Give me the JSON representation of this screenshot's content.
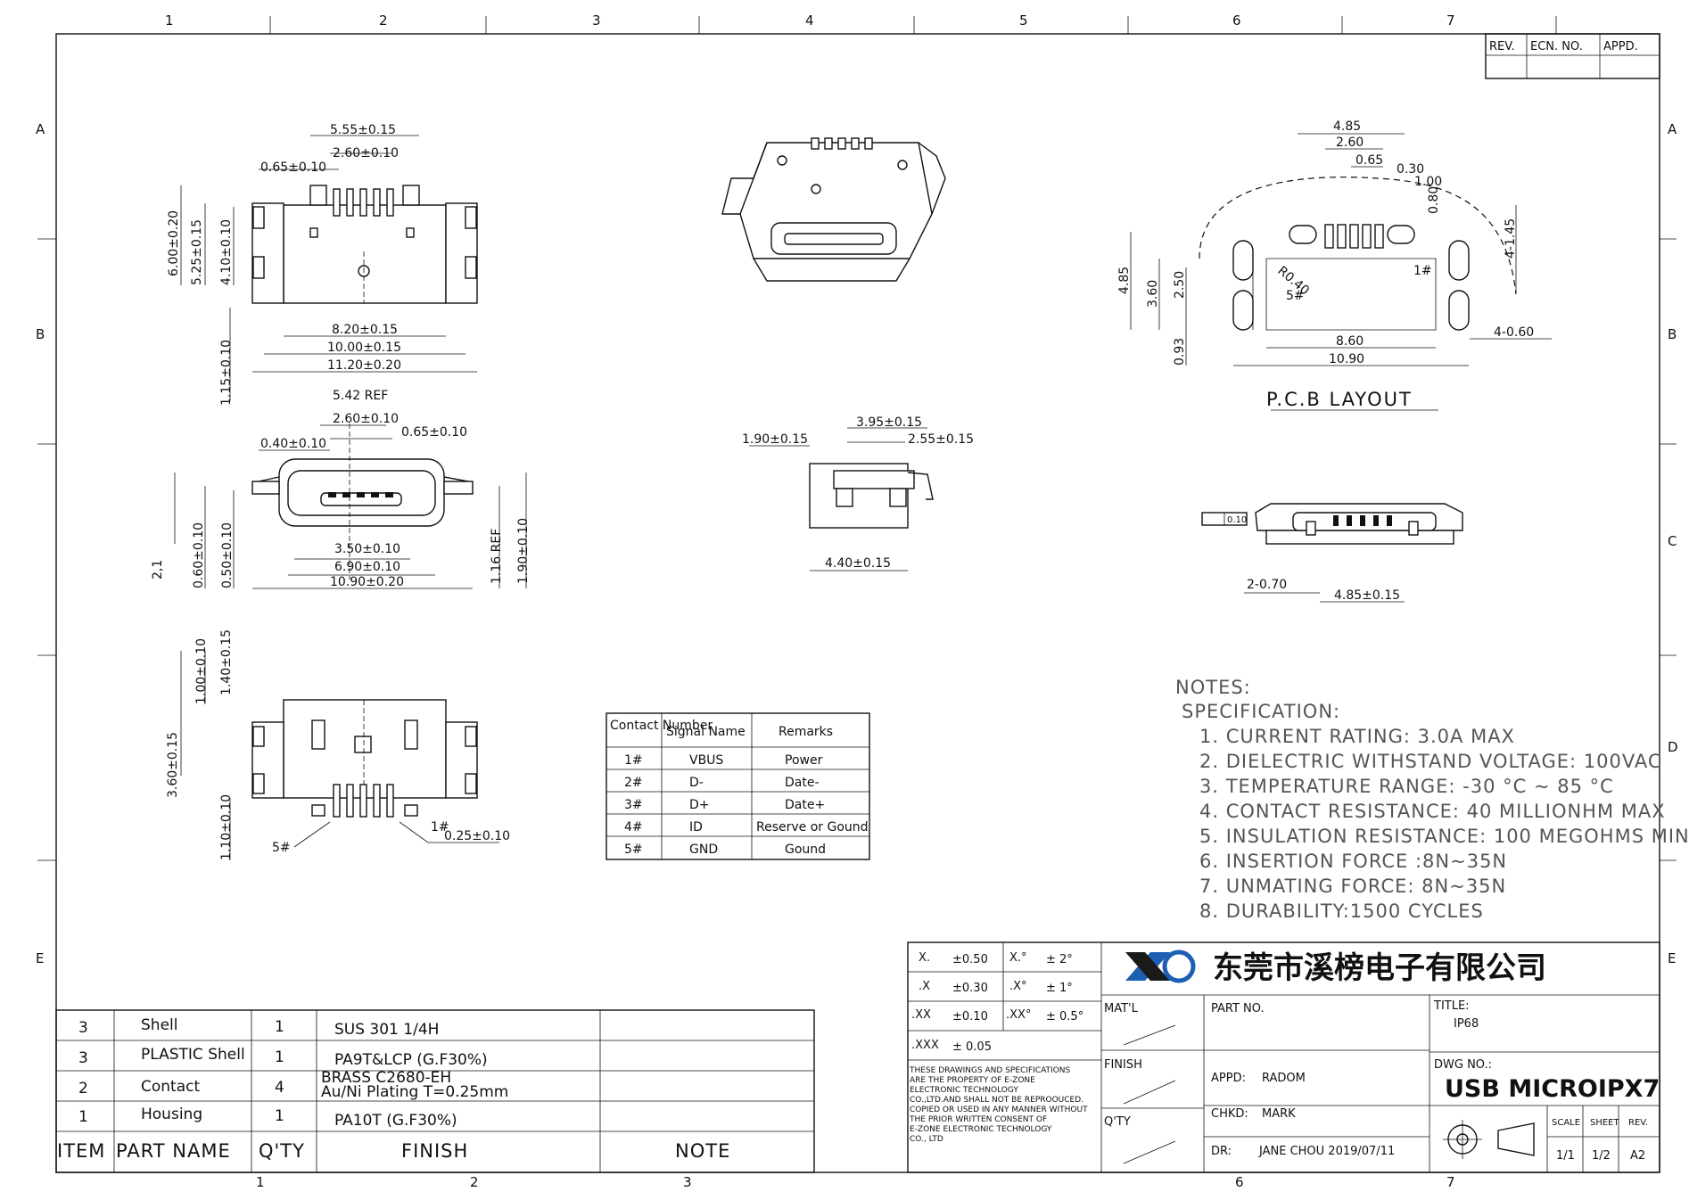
{
  "border": {
    "col_labels": [
      "1",
      "2",
      "3",
      "4",
      "5",
      "6",
      "7"
    ],
    "row_labels": [
      "A",
      "B",
      "C",
      "D",
      "E"
    ],
    "revision_header": [
      "REV.",
      "ECN. NO.",
      "APPD."
    ]
  },
  "top_view": {
    "dims": [
      "5.55±0.15",
      "2.60±0.10",
      "0.65±0.10",
      "8.20±0.15",
      "10.00±0.15",
      "11.20±0.20",
      "6.00±0.20",
      "5.25±0.15",
      "4.10±0.10",
      "1.15±0.10"
    ]
  },
  "front_view": {
    "dims": [
      "5.42 REF",
      "2.60±0.10",
      "0.65±0.10",
      "0.40±0.10",
      "3.50±0.10",
      "6.90±0.10",
      "10.90±0.20",
      "2,1",
      "0.60±0.10",
      "0.50±0.10",
      "1.16 REF",
      "1.90±0.10"
    ]
  },
  "bottom_view": {
    "dims": [
      "1.00±0.10",
      "1.40±0.15",
      "3.60±0.15",
      "1.10±0.10",
      "0.25±0.10"
    ],
    "pin_first": "1#",
    "pin_last": "5#"
  },
  "side_view": {
    "dims": [
      "3.95±0.15",
      "2.55±0.15",
      "1.90±0.15",
      "4.40±0.15"
    ]
  },
  "pcb_layout": {
    "title": "P.C.B LAYOUT",
    "dims": [
      "4.85",
      "2.60",
      "0.65",
      "0.30",
      "1.00",
      "0.80",
      "4-1.45",
      "4.85",
      "3.60",
      "2.50",
      "0.93",
      "8.60",
      "10.90",
      "4-0.60",
      "R0.40"
    ],
    "pin_first": "1#",
    "pin_last": "5#"
  },
  "rear_view": {
    "flatness": "0.10",
    "dims": [
      "2-0.70",
      "4.85±0.15"
    ]
  },
  "contact_table": {
    "headers": [
      "Contact Number",
      "Signal Name",
      "Remarks"
    ],
    "rows": [
      [
        "1#",
        "VBUS",
        "Power"
      ],
      [
        "2#",
        "D-",
        "Date-"
      ],
      [
        "3#",
        "D+",
        "Date+"
      ],
      [
        "4#",
        "ID",
        "Reserve or Gound"
      ],
      [
        "5#",
        "GND",
        "Gound"
      ]
    ]
  },
  "notes": {
    "heading": "NOTES:",
    "subheading": "SPECIFICATION:",
    "items": [
      "1. CURRENT RATING: 3.0A MAX",
      "2. DIELECTRIC WITHSTAND VOLTAGE: 100VAC",
      "3. TEMPERATURE RANGE: -30 °C ~ 85 °C",
      "4. CONTACT RESISTANCE: 40 MILLIONHM MAX",
      "5. INSULATION RESISTANCE: 100 MEGOHMS MIN.",
      "6. INSERTION FORCE :8N~35N",
      "7. UNMATING FORCE: 8N~35N",
      "8. DURABILITY:1500 CYCLES"
    ]
  },
  "bom": {
    "headers": [
      "ITEM",
      "PART NAME",
      "Q'TY",
      "FINISH",
      "NOTE"
    ],
    "rows": [
      {
        "item": "3",
        "part": "Shell",
        "qty": "1",
        "finish": "SUS 301 1/4H",
        "note": ""
      },
      {
        "item": "3",
        "part": "PLASTIC Shell",
        "qty": "1",
        "finish": "PA9T&LCP (G.F30%)",
        "note": ""
      },
      {
        "item": "2",
        "part": "Contact",
        "qty": "4",
        "finish": "BRASS C2680-EH",
        "finish2": "Au/Ni Plating T=0.25mm",
        "note": ""
      },
      {
        "item": "1",
        "part": "Housing",
        "qty": "1",
        "finish": "PA10T (G.F30%)",
        "note": ""
      }
    ]
  },
  "title_block": {
    "tolerances": [
      [
        "X.",
        "±0.50",
        "X.°",
        "± 2°"
      ],
      [
        ".X",
        "±0.30",
        ".X°",
        "± 1°"
      ],
      [
        ".XX",
        "±0.10",
        ".XX°",
        "± 0.5°"
      ],
      [
        ".XXX",
        "± 0.05",
        "",
        ""
      ]
    ],
    "company": "东莞市溪榜电子有限公司",
    "mat_label": "MAT'L",
    "finish_label": "FINISH",
    "qty_label": "Q'TY",
    "disclaimer": [
      "THESE DRAWINGS AND SPECIFICATIONS",
      "ARE THE PROPERTY OF E-ZONE",
      "ELECTRONIC TECHNOLOGY",
      "CO.,LTD.AND SHALL NOT BE REPROOUCED.",
      "COPIED OR USED IN ANY MANNER WITHOUT",
      "THE PRIOR WRITTEN CONSENT OF",
      "E-ZONE ELECTRONIC TECHNOLOGY",
      "CO., LTD"
    ],
    "part_no_label": "PART NO.",
    "appd_label": "APPD:",
    "appd_value": "RADOM",
    "chkd_label": "CHKD:",
    "chkd_value": "MARK",
    "dr_label": "DR:",
    "dr_value": "JANE CHOU 2019/07/11",
    "title_label": "TITLE:",
    "title_value": "IP68",
    "dwg_label": "DWG NO.:",
    "dwg_value": "USB MICROIPX7",
    "scale_label": "SCALE",
    "scale_value": "1/1",
    "sheet_label": "SHEET",
    "sheet_value": "1/2",
    "rev_label": "REV.",
    "rev_value": "A2",
    "logo_colors": {
      "blue": "#1d5fb3",
      "dark": "#1a1a1a"
    }
  }
}
